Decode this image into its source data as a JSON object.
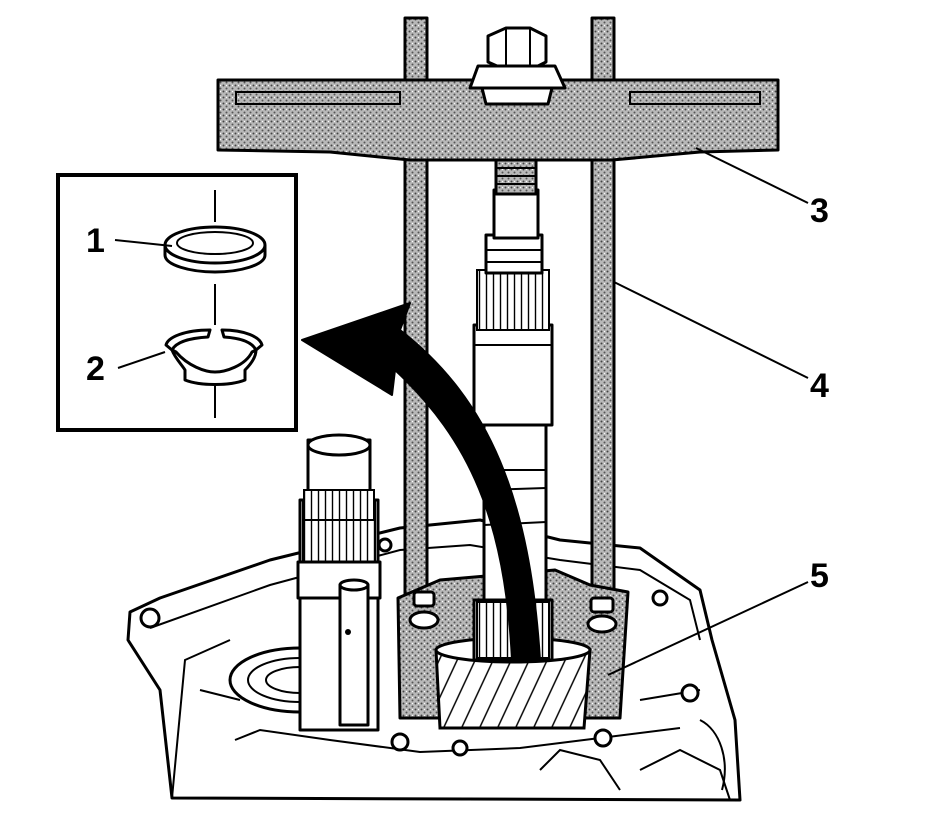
{
  "callouts": [
    {
      "id": "1",
      "label": "1"
    },
    {
      "id": "2",
      "label": "2"
    },
    {
      "id": "3",
      "label": "3"
    },
    {
      "id": "4",
      "label": "4"
    },
    {
      "id": "5",
      "label": "5"
    }
  ],
  "icons": {
    "removal_arrow": "curved-arrow-icon"
  },
  "colors": {
    "ink": "#000000",
    "paper": "#ffffff",
    "stipple": "#555555"
  }
}
